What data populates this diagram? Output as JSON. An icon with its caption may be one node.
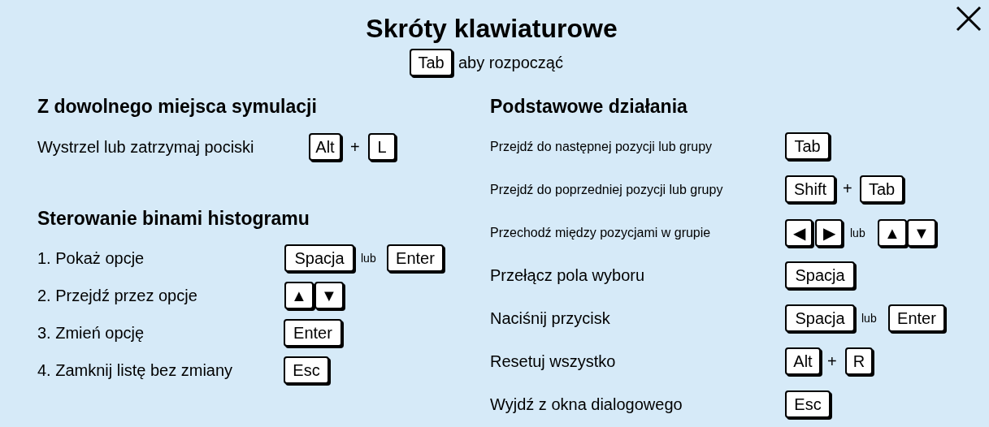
{
  "diagram": {
    "title": "Skróty klawiaturowe",
    "nodes": [
      {
        "text": [
          "Tab"
        ]
      },
      {
        "text": [
          "Alt"
        ]
      },
      {
        "text": [
          "L"
        ]
      },
      {
        "text": [
          "Spacja"
        ]
      },
      {
        "text": [
          "Enter"
        ]
      },
      {
        "text": [
          "▲"
        ]
      },
      {
        "text": [
          "▼"
        ]
      },
      {
        "text": [
          "Enter"
        ]
      },
      {
        "text": [
          "Esc"
        ]
      },
      {
        "text": [
          "Tab"
        ]
      },
      {
        "text": [
          "Shift"
        ]
      },
      {
        "text": [
          "Tab"
        ]
      },
      {
        "text": [
          "◀"
        ]
      },
      {
        "text": [
          "▶"
        ]
      },
      {
        "text": [
          "▲"
        ]
      },
      {
        "text": [
          "▼"
        ]
      },
      {
        "text": [
          "Spacja"
        ]
      },
      {
        "text": [
          "Spacja"
        ]
      },
      {
        "text": [
          "Enter"
        ]
      },
      {
        "text": [
          "Alt"
        ]
      },
      {
        "text": [
          "R"
        ]
      },
      {
        "text": [
          "Esc"
        ]
      }
    ],
    "labels": [
      "aby rozpocząć",
      "Z dowolnego miejsca symulacji",
      "Wystrzel lub zatrzymaj pociski",
      "+",
      "Sterowanie binami histogramu",
      "1. Pokaż opcje",
      "lub",
      "2. Przejdź przez opcje",
      "3. Zmień opcję",
      "4. Zamknij listę bez zmiany",
      "Podstawowe działania",
      "Przejdź do następnej pozycji lub grupy",
      "Przejdź do poprzedniej pozycji lub grupy",
      "+",
      "Przechodź między pozycjami w grupie",
      "lub",
      "Przełącz pola wyboru",
      "Naciśnij przycisk",
      "lub",
      "Resetuj wszystko",
      "+",
      "Wyjdź z okna dialogowego"
    ]
  }
}
